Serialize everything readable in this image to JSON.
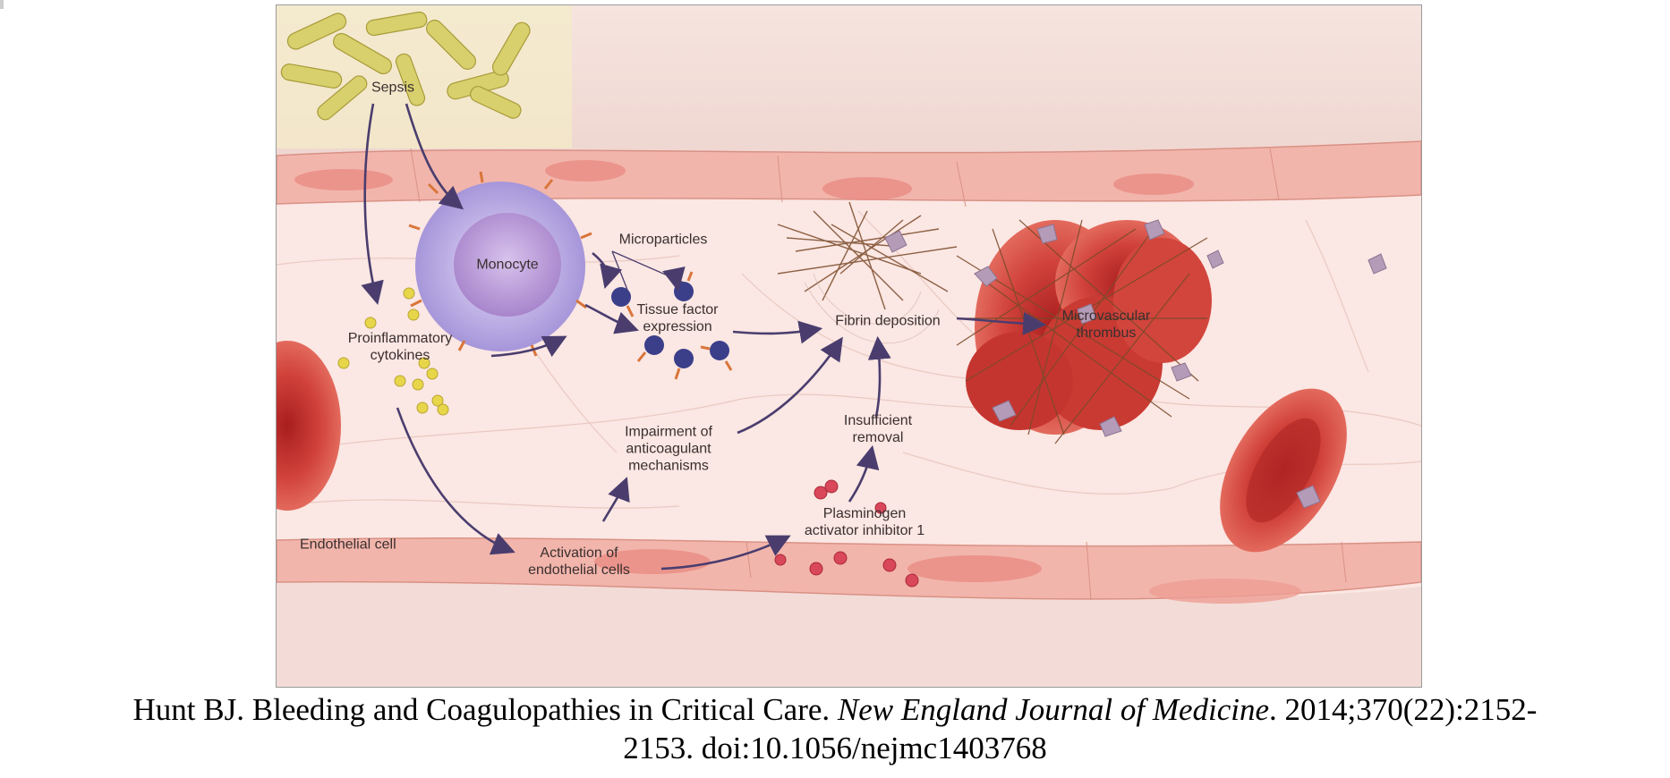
{
  "figure": {
    "labels": {
      "sepsis": "Sepsis",
      "monocyte": "Monocyte",
      "microparticles": "Microparticles",
      "tissue_factor": "Tissue factor\nexpression",
      "fibrin": "Fibrin deposition",
      "thrombus": "Microvascular\nthrombus",
      "cytokines": "Proinflammatory\ncytokines",
      "impairment": "Impairment of\nanticoagulant\nmechanisms",
      "insufficient": "Insufficient\nremoval",
      "pai": "Plasminogen\nactivator inhibitor 1",
      "endothelial_cell": "Endothelial cell",
      "activation": "Activation of\nendothelial cells"
    },
    "colors": {
      "arrow": "#4a3d6e",
      "rbc": "#c9302c",
      "monocyte": "#c4b4e8",
      "nucleus": "#b08ed0",
      "bacteria": "#d6cf6a",
      "vessel_wall": "#f0b2a8",
      "lumen": "#fbe6e2",
      "fibrin": "#7a4a2a",
      "microparticle": "#3b3f8a",
      "cytokine": "#e8d64a",
      "pai_dot": "#d9475a",
      "platelet": "#b49cb8"
    }
  },
  "caption": {
    "line1_prefix": "Hunt BJ. Bleeding and Coagulopathies in Critical Care. ",
    "journal": "New England Journal of Medicine",
    "line1_suffix": ". 2014;370(22):2152-",
    "line2": "2153. doi:10.1056/nejmc1403768"
  }
}
